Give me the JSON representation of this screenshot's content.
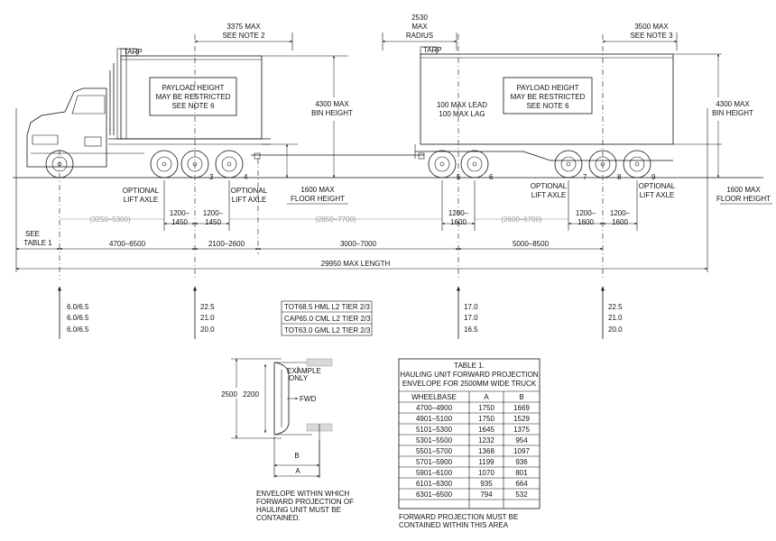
{
  "top": {
    "rear_overhang_1": "3375 MAX",
    "see_note_2": "SEE NOTE 2",
    "radius_val": "2530",
    "radius_max": "MAX",
    "radius_label": "RADIUS",
    "rear_overhang_2": "3500 MAX",
    "see_note_3": "SEE NOTE 3"
  },
  "truck": {
    "tarp": "TARP",
    "payload_1": "PAYLOAD HEIGHT",
    "payload_2": "MAY BE RESTRICTED",
    "payload_3": "SEE NOTE 6",
    "bin_height_1": "4300 MAX",
    "bin_height_2": "BIN HEIGHT",
    "floor_1": "1600 MAX",
    "floor_2": "FLOOR HEIGHT"
  },
  "trailer": {
    "tarp": "TARP",
    "lead": "100 MAX LEAD",
    "lag": "100 MAX LAG",
    "payload_1": "PAYLOAD HEIGHT",
    "payload_2": "MAY BE RESTRICTED",
    "payload_3": "SEE NOTE 6",
    "bin_height_1": "4300 MAX",
    "bin_height_2": "BIN HEIGHT",
    "floor_1": "1600 MAX",
    "floor_2": "FLOOR HEIGHT"
  },
  "axles": {
    "n3": "3",
    "n4": "4",
    "n5": "5",
    "n6": "6",
    "n7": "7",
    "n8": "8",
    "n9": "9",
    "opt1_a": "OPTIONAL",
    "opt1_b": "LIFT AXLE",
    "opt2_a": "OPTIONAL",
    "opt2_b": "LIFT AXLE",
    "opt3_a": "OPTIONAL",
    "opt3_b": "LIFT AXLE",
    "opt4_a": "OPTIONAL",
    "opt4_b": "LIFT AXLE"
  },
  "dims": {
    "sp1_a": "1200–",
    "sp1_b": "1450",
    "sp2_a": "1200–",
    "sp2_b": "1450",
    "sp3_a": "1200–",
    "sp3_b": "1600",
    "sp4_a": "1200–",
    "sp4_b": "1600",
    "sp5_a": "1200–",
    "sp5_b": "1600",
    "grey_1": "(3250–5300)",
    "grey_2": "(2850–7700)",
    "grey_3": "(2600–6700)",
    "see_table_a": "SEE",
    "see_table_b": "TABLE  1",
    "wb1": "4700–6500",
    "wb2": "2100–2600",
    "wb3": "3000–7000",
    "wb4": "5000–8500",
    "overall": "29950  MAX LENGTH"
  },
  "loads": {
    "steer": [
      "6.0/6.5",
      "6.0/6.5",
      "6.0/6.5"
    ],
    "drive": [
      "22.5",
      "21.0",
      "20.0"
    ],
    "tot": [
      "TOT68.5  HML L2 TIER  2/3",
      "CAP65.0  CML L2 TIER  2/3",
      "TOT63.0  GML L2 TIER  2/3"
    ],
    "lead": [
      "17.0",
      "17.0",
      "16.5"
    ],
    "rear": [
      "22.5",
      "21.0",
      "20.0"
    ]
  },
  "envelope": {
    "w2500": "2500",
    "w2200": "2200",
    "example_1": "EXAMPLE",
    "example_2": "ONLY",
    "fwd": "FWD",
    "b": "B",
    "a": "A",
    "note": [
      "ENVELOPE WITHIN WHICH",
      "FORWARD PROJECTION OF",
      "HAULING UNIT MUST BE",
      "CONTAINED."
    ]
  },
  "table": {
    "title": [
      "TABLE 1.",
      "HAULING UNIT FORWARD PROJECTION",
      "ENVELOPE FOR 2500MM WIDE TRUCK"
    ],
    "headers": [
      "WHEELBASE",
      "A",
      "B"
    ],
    "rows": [
      [
        "4700–4900",
        "1750",
        "1669"
      ],
      [
        "4901–5100",
        "1750",
        "1529"
      ],
      [
        "5101–5300",
        "1645",
        "1375"
      ],
      [
        "5301–5500",
        "1232",
        "954"
      ],
      [
        "5501–5700",
        "1368",
        "1097"
      ],
      [
        "5701–5900",
        "1199",
        "936"
      ],
      [
        "5901–6100",
        "1070",
        "801"
      ],
      [
        "6101–6300",
        "935",
        "664"
      ],
      [
        "6301–6500",
        "794",
        "532"
      ]
    ],
    "note": [
      "FORWARD PROJECTION MUST BE",
      "CONTAINED WITHIN THIS AREA"
    ]
  }
}
